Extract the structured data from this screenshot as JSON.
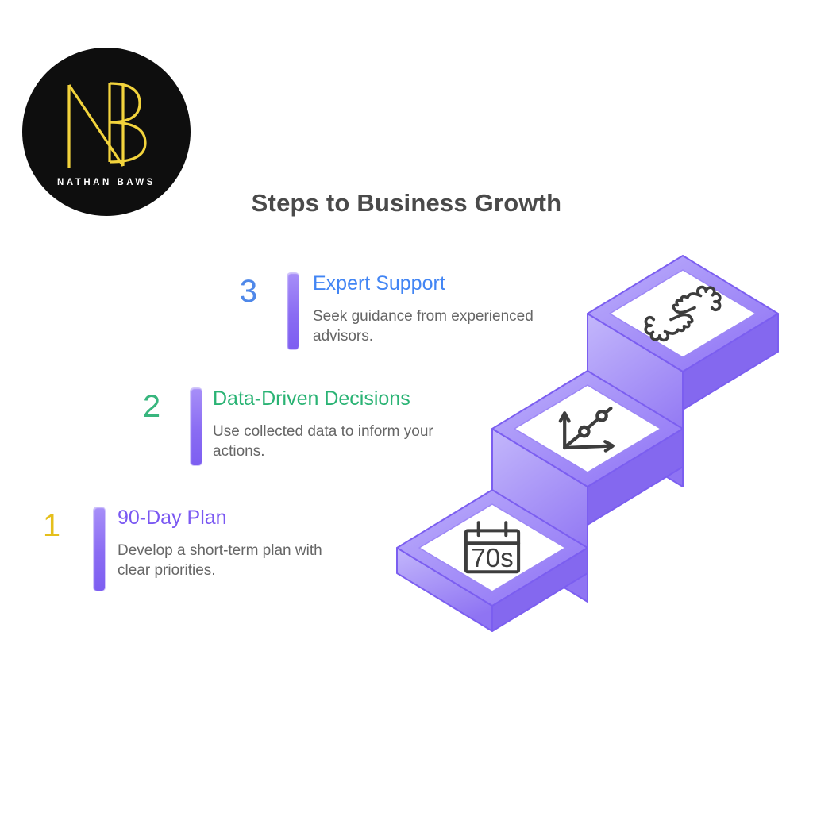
{
  "logo": {
    "monogram": "NB",
    "name": "NATHAN BAWS",
    "bg_color": "#0e0e0e",
    "monogram_color": "#f2d33c",
    "name_color": "#ffffff"
  },
  "header": {
    "title": "Steps to Business Growth",
    "color": "#4a4a4a"
  },
  "steps": [
    {
      "number": "1",
      "number_color": "#e5bf1b",
      "title": "90-Day Plan",
      "title_color": "#7a58f2",
      "description": "Develop a short-term plan with clear priorities."
    },
    {
      "number": "2",
      "number_color": "#38b67e",
      "title": "Data-Driven Decisions",
      "title_color": "#2ab374",
      "description": "Use collected data to inform your actions."
    },
    {
      "number": "3",
      "number_color": "#4f88e9",
      "title": "Expert Support",
      "title_color": "#4285f4",
      "description": "Seek guidance from experienced advisors."
    }
  ],
  "staircase": {
    "accent_light": "#c0b4fa",
    "accent_mid": "#9b84f6",
    "accent_dark": "#7b5ef0",
    "icon_stroke": "#3d3d3d",
    "calendar_label": "70s",
    "icons": [
      "calendar-icon",
      "growth-chart-icon",
      "handshake-icon"
    ]
  }
}
